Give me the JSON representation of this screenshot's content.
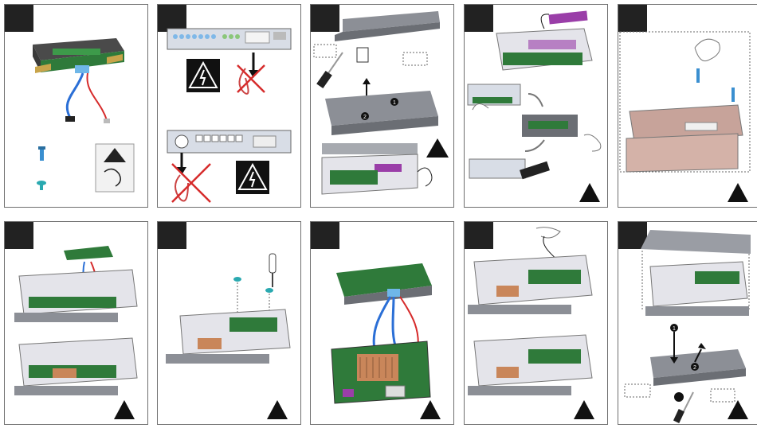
{
  "panels": [
    {
      "id": "p1",
      "step": ""
    },
    {
      "id": "p2",
      "step": ""
    },
    {
      "id": "p3",
      "step": "",
      "callouts": [
        "1",
        "2"
      ]
    },
    {
      "id": "p4",
      "step": ""
    },
    {
      "id": "p5",
      "step": ""
    },
    {
      "id": "p6",
      "step": ""
    },
    {
      "id": "p7",
      "step": ""
    },
    {
      "id": "p8",
      "step": ""
    },
    {
      "id": "p9",
      "step": ""
    },
    {
      "id": "p10",
      "step": "",
      "callouts": [
        "1",
        "2"
      ]
    }
  ],
  "colors": {
    "board_green": "#2f7a3a",
    "chassis_gray": "#8c8f96",
    "cable_blue": "#2b6fd6",
    "cable_red": "#d62b2b",
    "accent_purple": "#9a3ea8",
    "copper": "#c9865a",
    "warning_bg": "#111111"
  },
  "icons": [
    "esd-warning-icon",
    "high-voltage-warning-icon",
    "screwdriver-icon",
    "screw-icon",
    "standoff-icon",
    "hand-icon",
    "power-plug-icon",
    "arrow-icon"
  ]
}
